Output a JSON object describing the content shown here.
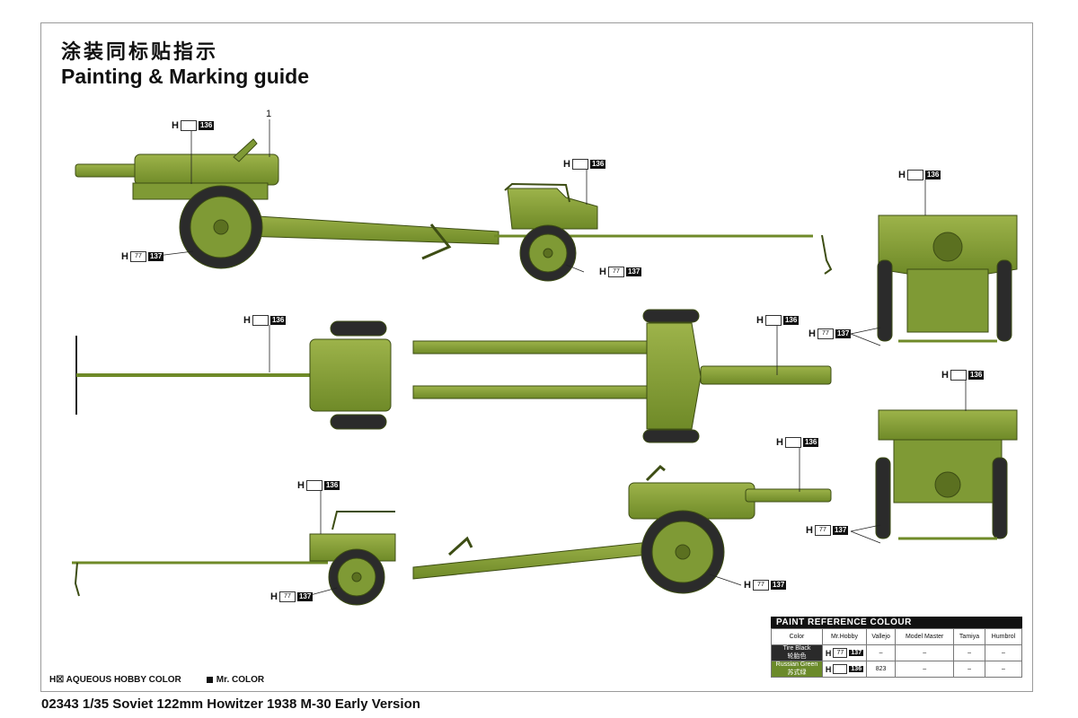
{
  "title": {
    "chinese": "涂装同标贴指示",
    "english": "Painting & Marking guide"
  },
  "part_label": "1",
  "callouts": {
    "h136": {
      "letter": "H",
      "code": "136"
    },
    "h137": {
      "letter": "H",
      "box": "77",
      "code": "137"
    }
  },
  "paint_reference": {
    "heading": "PAINT  REFERENCE COLOUR",
    "columns": [
      "Color",
      "Mr.Hobby",
      "Vallejo",
      "Model Master",
      "Tamiya",
      "Humbrol"
    ],
    "rows": [
      {
        "color_en": "Tire Black",
        "color_cn": "轮胎色",
        "mrhobby_letter": "H",
        "mrhobby_box": "77",
        "mrhobby_code": "137",
        "vallejo": "–",
        "modelmaster": "–",
        "tamiya": "–",
        "humbrol": "–",
        "swatch": "#2a2a2a"
      },
      {
        "color_en": "Russian Green",
        "color_cn": "苏式绿",
        "mrhobby_letter": "H",
        "mrhobby_box": "",
        "mrhobby_code": "136",
        "vallejo": "823",
        "modelmaster": "–",
        "tamiya": "–",
        "humbrol": "–",
        "swatch": "#6b8a2a"
      }
    ]
  },
  "legend": {
    "aqueous": "AQUEOUS HOBBY COLOR",
    "aqueous_prefix": "H",
    "mrcolor": "Mr. COLOR"
  },
  "footer": "02343 1/35  Soviet 122mm Howitzer 1938 M-30 Early Version",
  "colors": {
    "olive": "#7f9a35",
    "olive_dark": "#5b7020",
    "olive_light": "#9db34a",
    "tire": "#2b2b2b"
  }
}
